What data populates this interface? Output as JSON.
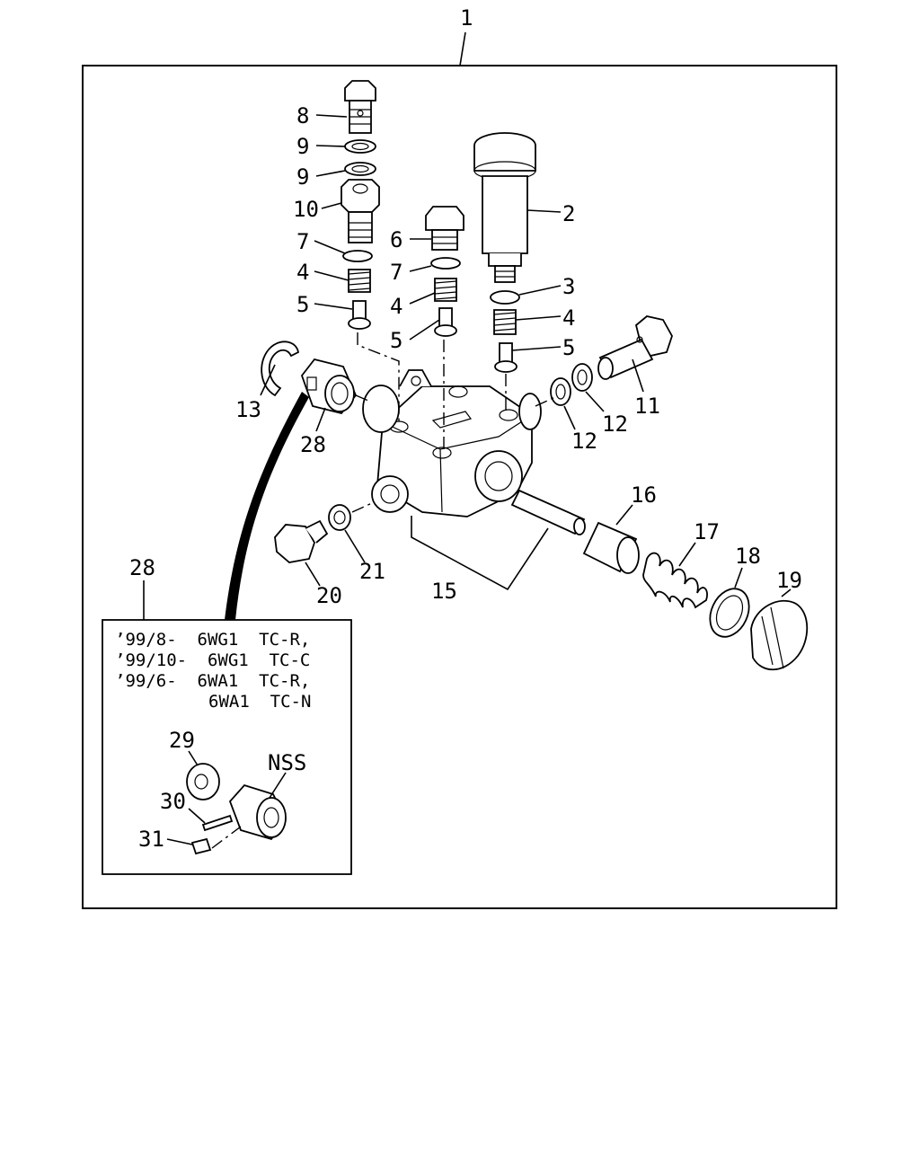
{
  "callouts": {
    "c1": "1",
    "c2": "2",
    "c3": "3",
    "c4a": "4",
    "c4b": "4",
    "c4c": "4",
    "c5a": "5",
    "c5b": "5",
    "c5c": "5",
    "c6": "6",
    "c7a": "7",
    "c7b": "7",
    "c8": "8",
    "c9a": "9",
    "c9b": "9",
    "c10": "10",
    "c11": "11",
    "c12a": "12",
    "c12b": "12",
    "c13": "13",
    "c15": "15",
    "c16": "16",
    "c17": "17",
    "c18": "18",
    "c19": "19",
    "c20": "20",
    "c21": "21",
    "c28a": "28",
    "c28b": "28",
    "c29": "29",
    "c30": "30",
    "c31": "31",
    "nss": "NSS"
  },
  "inset_notes": [
    "’99/8-  6WG1  TC-R,",
    "’99/10-  6WG1  TC-C",
    "’99/6-  6WA1  TC-R,",
    "6WA1  TC-N"
  ]
}
